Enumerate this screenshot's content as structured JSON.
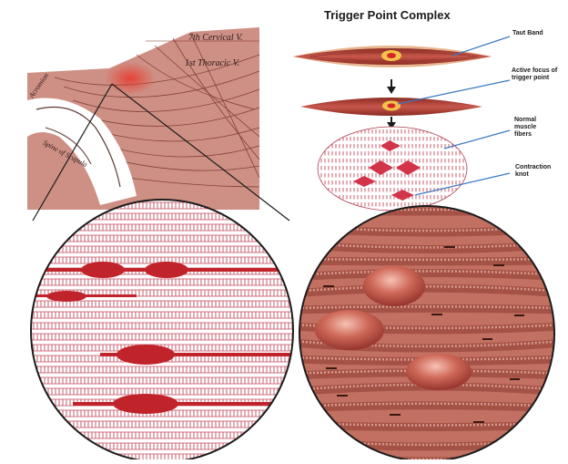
{
  "figure": {
    "title": "Trigger Point Complex",
    "callouts": {
      "taut_band": "Taut Band",
      "active_focus": [
        "Active focus of",
        "trigger point"
      ],
      "normal_fibers": [
        "Normal",
        "muscle",
        "fibers"
      ],
      "contraction_knot": [
        "Contraction",
        "knot"
      ]
    },
    "anatomy_labels": {
      "cervical": "7th Cervical V.",
      "thoracic": "1st Thoracic V.",
      "acromion": "Acromion",
      "spine_scapula": "Spine of Scapula"
    },
    "colors": {
      "muscle": "#b5524a",
      "knot": "#c0232a",
      "band_highlight": "#f4c44a",
      "callout_line": "#3a78c2",
      "fiber_stripe": "#c24a5c"
    }
  }
}
